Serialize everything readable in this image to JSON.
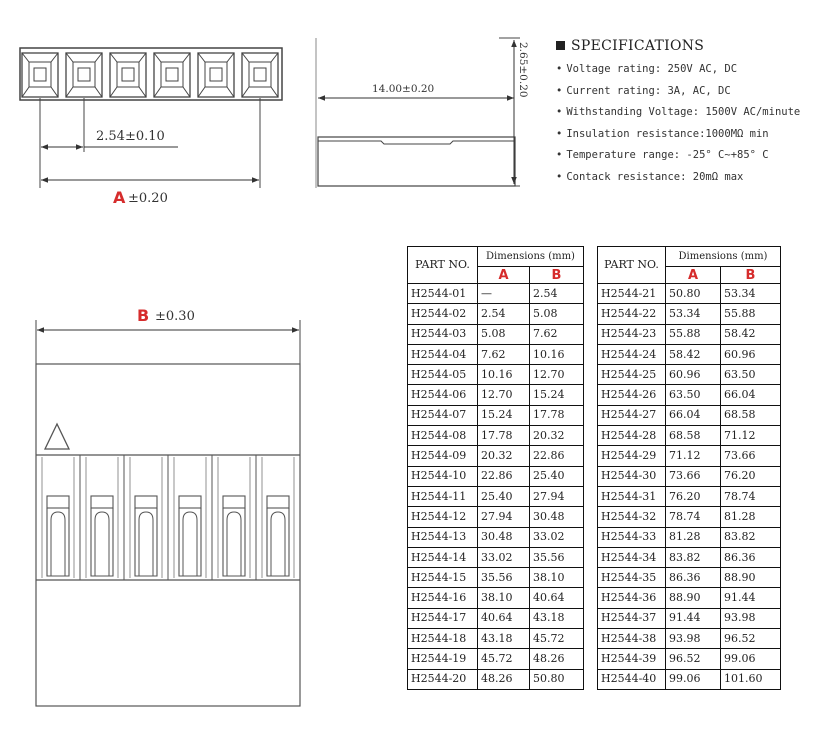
{
  "top_view": {
    "pitch_label": "2.54±0.10",
    "a_letter": "A",
    "a_tol": "±0.20",
    "cavities": 6
  },
  "side_view": {
    "length_label": "14.00±0.20",
    "height_label": "2.65±0.20"
  },
  "front_view": {
    "b_letter": "B",
    "b_tol": "±0.30",
    "terminals": 6
  },
  "specifications": {
    "title": "SPECIFICATIONS",
    "items": [
      "Voltage rating: 250V AC, DC",
      "Current rating: 3A, AC, DC",
      "Withstanding Voltage: 1500V AC/minute",
      "Insulation resistance:1000MΩ min",
      "Temperature range: -25° C~+85° C",
      "Contack resistance: 20mΩ max"
    ]
  },
  "table": {
    "part_no_header": "PART NO.",
    "dimensions_header": "Dimensions (mm)",
    "col_a": "A",
    "col_b": "B",
    "left_rows": [
      [
        "H2544-01",
        "—",
        "2.54"
      ],
      [
        "H2544-02",
        "2.54",
        "5.08"
      ],
      [
        "H2544-03",
        "5.08",
        "7.62"
      ],
      [
        "H2544-04",
        "7.62",
        "10.16"
      ],
      [
        "H2544-05",
        "10.16",
        "12.70"
      ],
      [
        "H2544-06",
        "12.70",
        "15.24"
      ],
      [
        "H2544-07",
        "15.24",
        "17.78"
      ],
      [
        "H2544-08",
        "17.78",
        "20.32"
      ],
      [
        "H2544-09",
        "20.32",
        "22.86"
      ],
      [
        "H2544-10",
        "22.86",
        "25.40"
      ],
      [
        "H2544-11",
        "25.40",
        "27.94"
      ],
      [
        "H2544-12",
        "27.94",
        "30.48"
      ],
      [
        "H2544-13",
        "30.48",
        "33.02"
      ],
      [
        "H2544-14",
        "33.02",
        "35.56"
      ],
      [
        "H2544-15",
        "35.56",
        "38.10"
      ],
      [
        "H2544-16",
        "38.10",
        "40.64"
      ],
      [
        "H2544-17",
        "40.64",
        "43.18"
      ],
      [
        "H2544-18",
        "43.18",
        "45.72"
      ],
      [
        "H2544-19",
        "45.72",
        "48.26"
      ],
      [
        "H2544-20",
        "48.26",
        "50.80"
      ]
    ],
    "right_rows": [
      [
        "H2544-21",
        "50.80",
        "53.34"
      ],
      [
        "H2544-22",
        "53.34",
        "55.88"
      ],
      [
        "H2544-23",
        "55.88",
        "58.42"
      ],
      [
        "H2544-24",
        "58.42",
        "60.96"
      ],
      [
        "H2544-25",
        "60.96",
        "63.50"
      ],
      [
        "H2544-26",
        "63.50",
        "66.04"
      ],
      [
        "H2544-27",
        "66.04",
        "68.58"
      ],
      [
        "H2544-28",
        "68.58",
        "71.12"
      ],
      [
        "H2544-29",
        "71.12",
        "73.66"
      ],
      [
        "H2544-30",
        "73.66",
        "76.20"
      ],
      [
        "H2544-31",
        "76.20",
        "78.74"
      ],
      [
        "H2544-32",
        "78.74",
        "81.28"
      ],
      [
        "H2544-33",
        "81.28",
        "83.82"
      ],
      [
        "H2544-34",
        "83.82",
        "86.36"
      ],
      [
        "H2544-35",
        "86.36",
        "88.90"
      ],
      [
        "H2544-36",
        "88.90",
        "91.44"
      ],
      [
        "H2544-37",
        "91.44",
        "93.98"
      ],
      [
        "H2544-38",
        "93.98",
        "96.52"
      ],
      [
        "H2544-39",
        "96.52",
        "99.06"
      ],
      [
        "H2544-40",
        "99.06",
        "101.60"
      ]
    ]
  }
}
